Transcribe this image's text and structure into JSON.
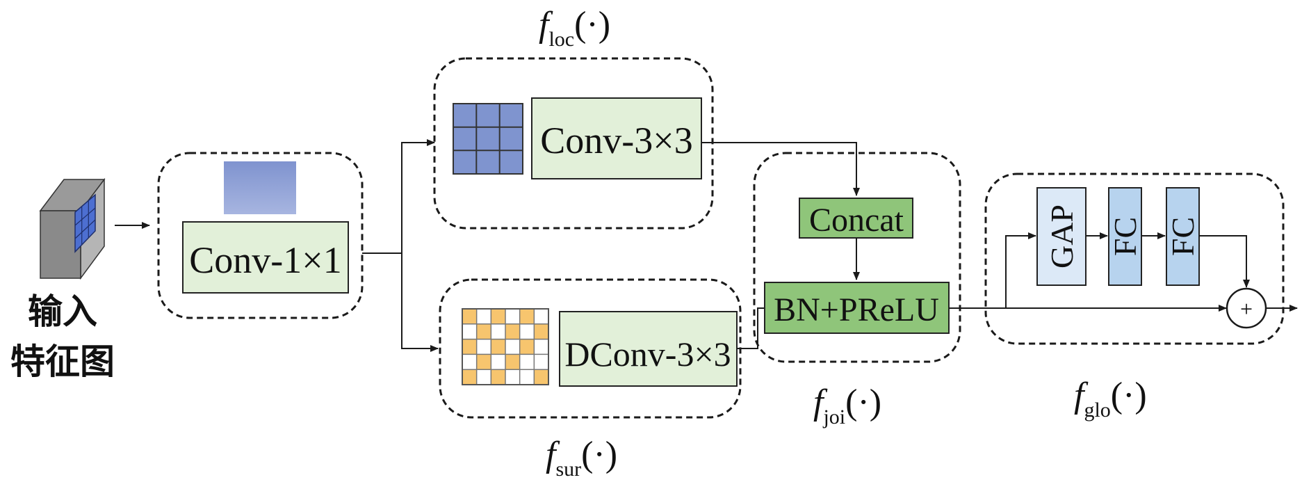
{
  "input": {
    "line1": "输入",
    "line2": "特征图"
  },
  "blocks": {
    "conv1": {
      "label": "Conv-1×1"
    },
    "loc": {
      "label": "Conv-3×3",
      "func": "f",
      "sub": "loc",
      "arg": "(·)"
    },
    "sur": {
      "label": "DConv-3×3",
      "func": "f",
      "sub": "sur",
      "arg": "(·)"
    },
    "joi": {
      "concat": "Concat",
      "bn": "BN+PReLU",
      "func": "f",
      "sub": "joi",
      "arg": "(·)"
    },
    "glo": {
      "gap": "GAP",
      "fc1": "FC",
      "fc2": "FC",
      "plus": "+",
      "func": "f",
      "sub": "glo",
      "arg": "(·)"
    }
  },
  "colors": {
    "conv_box": "#e2f0d9",
    "green_box": "#8fc57a",
    "light_blue": "#dce9f7",
    "mid_blue": "#b7d3ee",
    "kernel_blue": "#7f94cf",
    "feature_blue": "#8fa2d6",
    "dilated_orange": "#f7c56e"
  }
}
